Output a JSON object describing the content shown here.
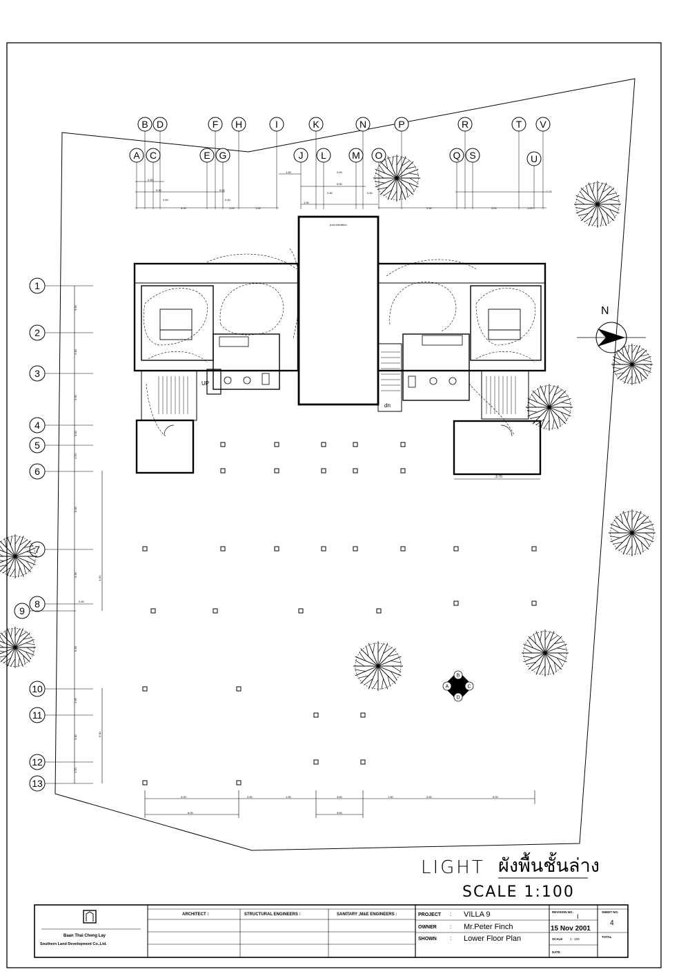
{
  "grid_letters": [
    "A",
    "B",
    "C",
    "D",
    "E",
    "F",
    "G",
    "H",
    "I",
    "J",
    "K",
    "L",
    "M",
    "N",
    "O",
    "P",
    "Q",
    "R",
    "S",
    "T",
    "U",
    "V"
  ],
  "grid_numbers": [
    "1",
    "2",
    "3",
    "4",
    "5",
    "6",
    "7",
    "8",
    "9",
    "10",
    "11",
    "12",
    "13"
  ],
  "north_label": "N",
  "section_marks": [
    "A",
    "B",
    "C",
    "D"
  ],
  "labels": {
    "up": "UP",
    "dn": "dn",
    "pool": "pool elevation"
  },
  "dimensions": {
    "top_row1": [
      "0.50",
      "0.50",
      "0.50",
      "1.50",
      "2.00",
      "5.00",
      "0.50",
      "0.50",
      "0.50"
    ],
    "top_row2": [
      "0.50",
      "3.00",
      "1.00",
      "0.50",
      "1.00",
      "1.00",
      "3.50",
      "3.00",
      "1.00"
    ],
    "left": [
      "3.50",
      "2.40",
      "3.30",
      "3.10",
      "1.70",
      "5.00",
      "3.30",
      "0.50",
      "5.30",
      "1.65",
      "3.30",
      "1.70"
    ],
    "left_inner": [
      "4.00",
      "6.00"
    ],
    "bottom_row1": [
      "4.00",
      "3.50",
      "1.50",
      "3.00",
      "1.50",
      "3.50",
      "5.00"
    ],
    "bottom_row2": [
      "6.00",
      "3.00"
    ],
    "right_room": "3.70"
  },
  "title": {
    "light": "LIGHT",
    "thai": "ผังพื้นชั้นล่าง",
    "scale": "SCALE 1:100"
  },
  "title_block": {
    "company_line1": "Baan Thai Cheng Lay",
    "company_line2": "Southern Land Development Co.,Ltd.",
    "architect": "ARCHITECT :",
    "structural": "STRUCTURAL ENGINEERS :",
    "sanitary": "SANITARY ,M&E ENGINEERS :",
    "project_label": "PROJECT",
    "project_value": "VILLA 9",
    "owner_label": "OWNER",
    "owner_value": "Mr.Peter  Finch",
    "shown_label": "SHOWN",
    "shown_value": "Lower Floor Plan",
    "colon": ":",
    "revision_label": "REVISION NO.",
    "revision_value": "I",
    "date_value": "15 Nov 2001",
    "scale_label": "SCALE",
    "scale_value": "1 : 100",
    "date_label": "DATE",
    "sheet_label": "SHEET NO.",
    "sheet_value": "4",
    "total_label": "TOTAL"
  }
}
